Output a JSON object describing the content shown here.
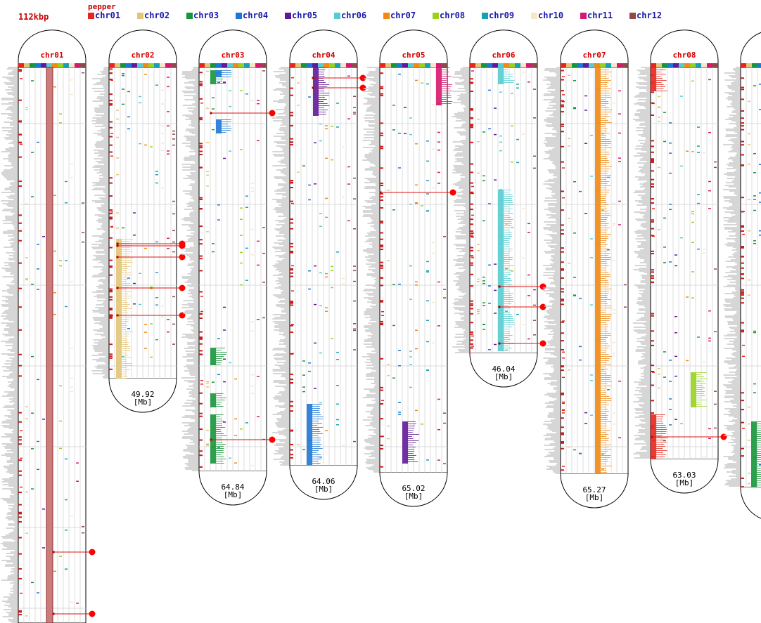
{
  "scale_label": "112kbp",
  "legend": {
    "title": "pepper",
    "items": [
      {
        "label": "chr01",
        "color": "#e8251c"
      },
      {
        "label": "chr02",
        "color": "#e3c579"
      },
      {
        "label": "chr03",
        "color": "#16963a"
      },
      {
        "label": "chr04",
        "color": "#1c78d6"
      },
      {
        "label": "chr05",
        "color": "#62189a"
      },
      {
        "label": "chr06",
        "color": "#55cdd0"
      },
      {
        "label": "chr07",
        "color": "#f08a14"
      },
      {
        "label": "chr08",
        "color": "#98d21e"
      },
      {
        "label": "chr09",
        "color": "#1aa0b4"
      },
      {
        "label": "chr10",
        "color": "#f8e6c8"
      },
      {
        "label": "chr11",
        "color": "#d6186e"
      },
      {
        "label": "chr12",
        "color": "#8e4a4a"
      }
    ]
  },
  "chromosomes": [
    {
      "name": "chr01",
      "length": "",
      "unit": ""
    },
    {
      "name": "chr02",
      "length": "49.92",
      "unit": "[Mb]"
    },
    {
      "name": "chr03",
      "length": "64.84",
      "unit": "[Mb]"
    },
    {
      "name": "chr04",
      "length": "64.06",
      "unit": "[Mb]"
    },
    {
      "name": "chr05",
      "length": "65.02",
      "unit": "[Mb]"
    },
    {
      "name": "chr06",
      "length": "46.04",
      "unit": "[Mb]"
    },
    {
      "name": "chr07",
      "length": "65.27",
      "unit": "[Mb]"
    },
    {
      "name": "chr08",
      "length": "63.03",
      "unit": "[Mb]"
    },
    {
      "name": "",
      "length": "",
      "unit": ""
    }
  ]
}
